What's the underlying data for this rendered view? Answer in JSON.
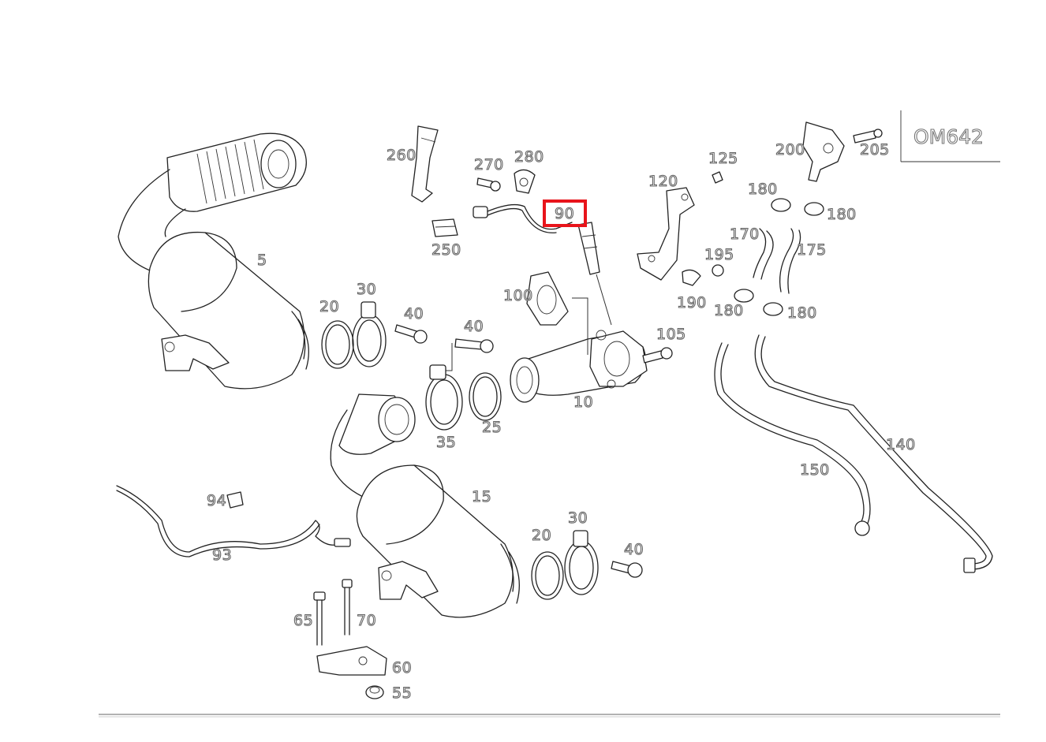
{
  "diagram": {
    "engine_code": "OM642",
    "highlighted_part": "90",
    "highlight_color": "#e8141b",
    "callouts": [
      {
        "id": "5",
        "label": "5"
      },
      {
        "id": "10",
        "label": "10"
      },
      {
        "id": "15",
        "label": "15"
      },
      {
        "id": "20a",
        "label": "20"
      },
      {
        "id": "20b",
        "label": "20"
      },
      {
        "id": "25",
        "label": "25"
      },
      {
        "id": "30a",
        "label": "30"
      },
      {
        "id": "30b",
        "label": "30"
      },
      {
        "id": "35",
        "label": "35"
      },
      {
        "id": "40a",
        "label": "40"
      },
      {
        "id": "40b",
        "label": "40"
      },
      {
        "id": "40c",
        "label": "40"
      },
      {
        "id": "55",
        "label": "55"
      },
      {
        "id": "60",
        "label": "60"
      },
      {
        "id": "65",
        "label": "65"
      },
      {
        "id": "70",
        "label": "70"
      },
      {
        "id": "90",
        "label": "90"
      },
      {
        "id": "93",
        "label": "93"
      },
      {
        "id": "94",
        "label": "94"
      },
      {
        "id": "100",
        "label": "100"
      },
      {
        "id": "105",
        "label": "105"
      },
      {
        "id": "120",
        "label": "120"
      },
      {
        "id": "125",
        "label": "125"
      },
      {
        "id": "140",
        "label": "140"
      },
      {
        "id": "150",
        "label": "150"
      },
      {
        "id": "170",
        "label": "170"
      },
      {
        "id": "175",
        "label": "175"
      },
      {
        "id": "180a",
        "label": "180"
      },
      {
        "id": "180b",
        "label": "180"
      },
      {
        "id": "180c",
        "label": "180"
      },
      {
        "id": "180d",
        "label": "180"
      },
      {
        "id": "190",
        "label": "190"
      },
      {
        "id": "195",
        "label": "195"
      },
      {
        "id": "200",
        "label": "200"
      },
      {
        "id": "205",
        "label": "205"
      },
      {
        "id": "250",
        "label": "250"
      },
      {
        "id": "260",
        "label": "260"
      },
      {
        "id": "270",
        "label": "270"
      },
      {
        "id": "280",
        "label": "280"
      }
    ]
  }
}
